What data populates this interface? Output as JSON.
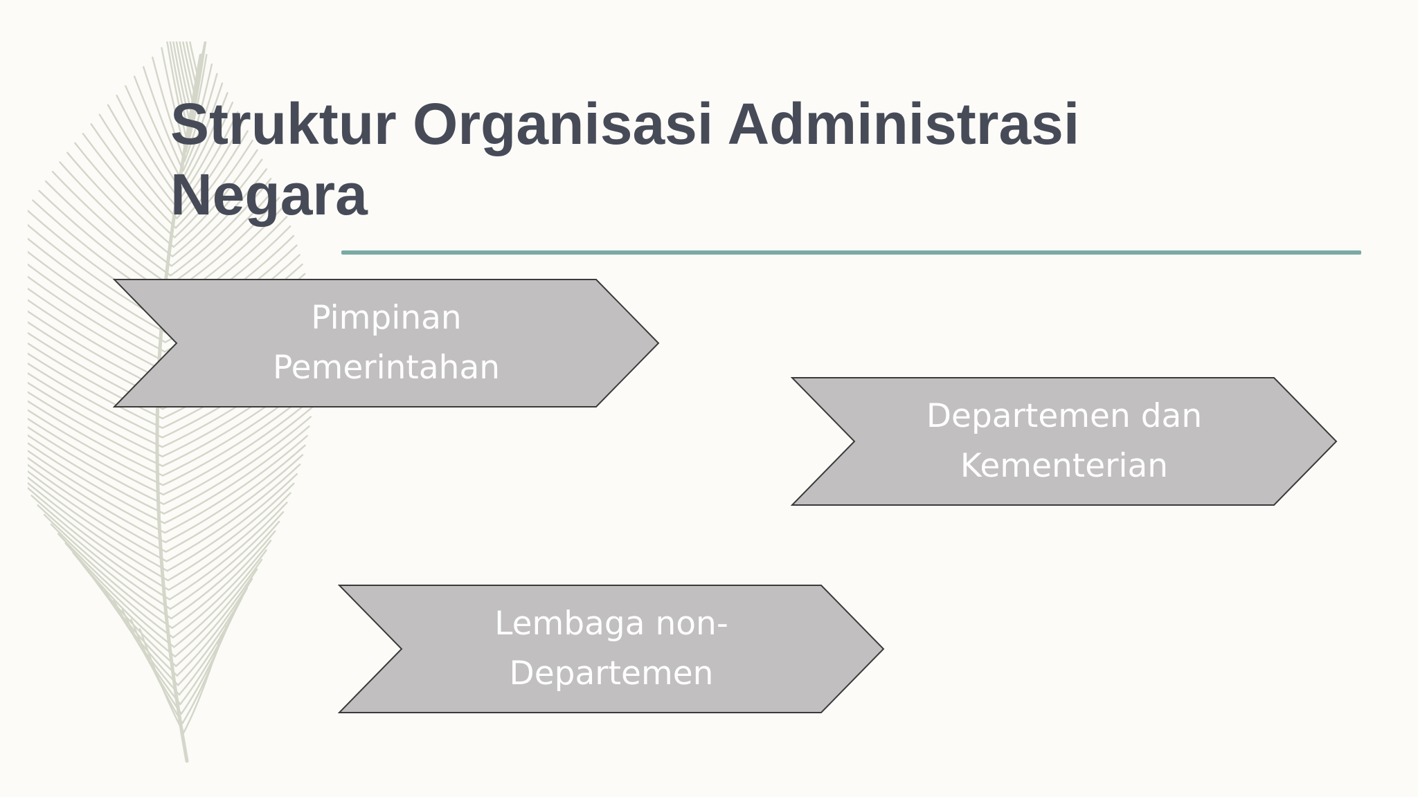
{
  "slide": {
    "title": "Struktur Organisasi Administrasi\nNegara",
    "accent_rule_color": "#7aaaa4",
    "chevron_fill": "#c1bfc0",
    "chevron_outline": "#3a3a3a",
    "items": [
      {
        "label": "Pimpinan\nPemerintahan"
      },
      {
        "label": "Departemen dan\nKementerian"
      },
      {
        "label": "Lembaga non-\nDepartemen"
      }
    ],
    "background_art": "feather-illustration"
  }
}
